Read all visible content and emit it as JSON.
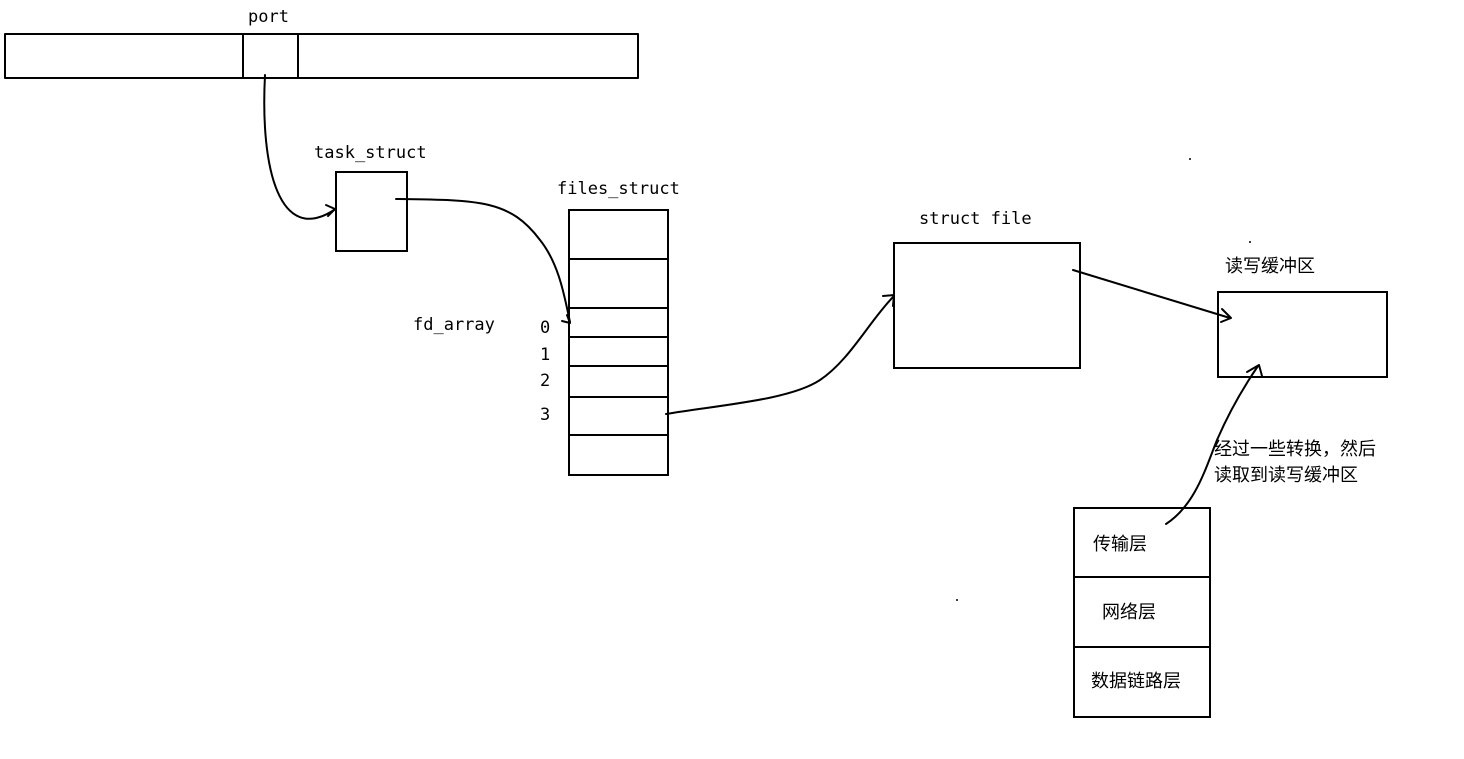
{
  "labels": {
    "port": "port",
    "task_struct": "task_struct",
    "files_struct": "files_struct",
    "fd_array": "fd_array",
    "struct_file": "struct file",
    "rw_buffer": "读写缓冲区",
    "annotation_line1": "经过一些转换，然后",
    "annotation_line2": "读取到读写缓冲区"
  },
  "fd_indices": [
    "0",
    "1",
    "2",
    "3"
  ],
  "layers": {
    "transport": "传输层",
    "network": "网络层",
    "datalink": "数据链路层"
  }
}
